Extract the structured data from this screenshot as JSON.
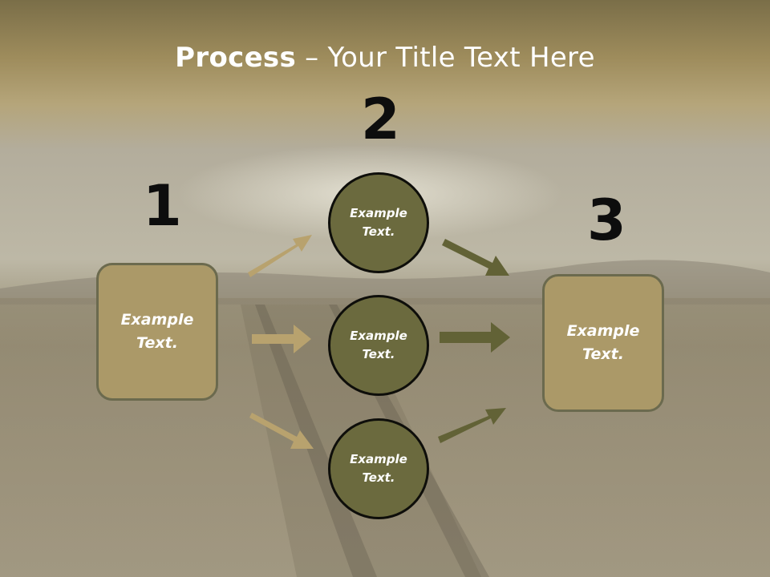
{
  "title": {
    "bold": "Process",
    "separator": " – ",
    "rest": "Your Title Text Here"
  },
  "steps": [
    {
      "number": "1"
    },
    {
      "number": "2"
    },
    {
      "number": "3"
    }
  ],
  "left_box": {
    "text": "Example\nText."
  },
  "circles": [
    {
      "text": "Example\nText."
    },
    {
      "text": "Example\nText."
    },
    {
      "text": "Example\nText."
    }
  ],
  "right_box": {
    "text": "Example\nText."
  },
  "colors": {
    "box_fill": "#ab9968",
    "box_border": "#6b6a4e",
    "circle_fill": "#6b6a3e",
    "arrow_light": "#b8a26e",
    "arrow_dark": "#626236",
    "title_band": "#9a8756"
  }
}
